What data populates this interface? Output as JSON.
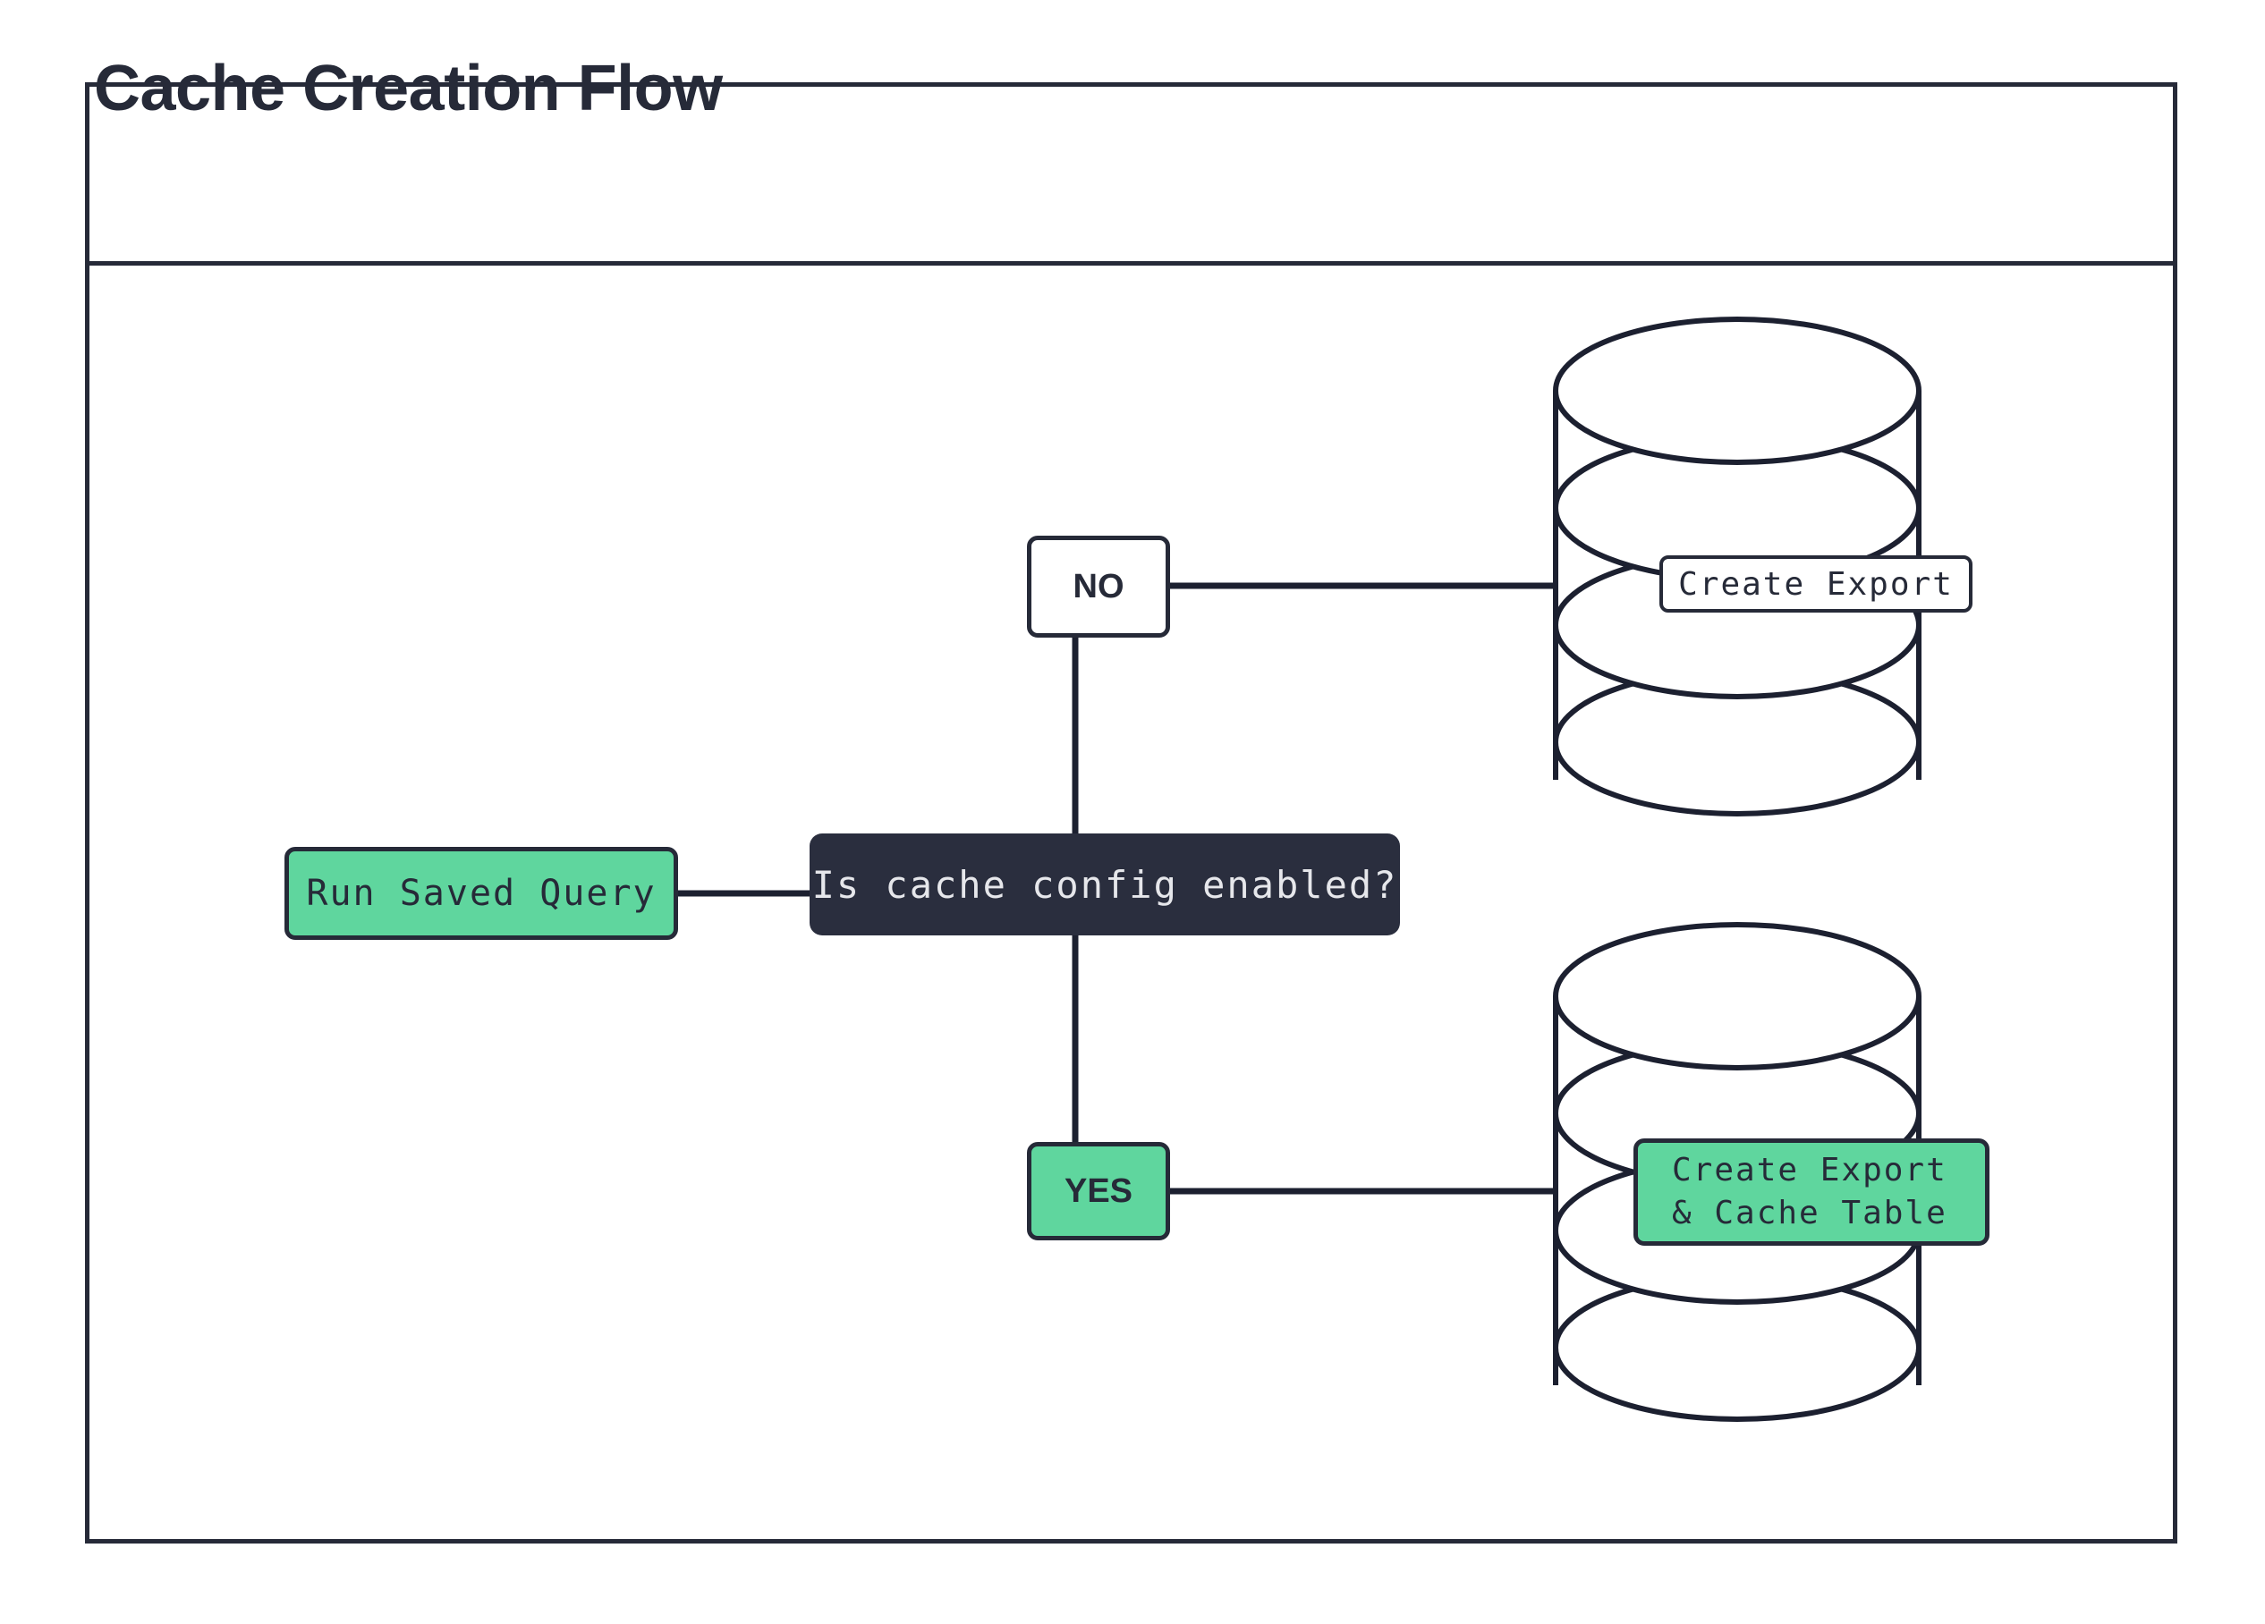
{
  "diagram": {
    "title": "Cache Creation Flow",
    "colors": {
      "ink": "#262A38",
      "panel_dark": "#2A2E3E",
      "accent_green": "#5FD69E",
      "background": "#FFFFFF",
      "dark_text": "#E6E7EB"
    },
    "nodes": {
      "run_saved_query": {
        "label": "Run Saved Query",
        "shape": "rounded-rect",
        "fill": "#5FD69E"
      },
      "decision": {
        "label": "Is cache config enabled?",
        "shape": "rounded-rect",
        "fill": "#2A2E3E"
      },
      "branch_no": {
        "label": "NO",
        "shape": "rounded-rect",
        "fill": "#FFFFFF"
      },
      "branch_yes": {
        "label": "YES",
        "shape": "rounded-rect",
        "fill": "#5FD69E"
      },
      "store_top": {
        "label": "Create Export",
        "shape": "database-cylinder",
        "fill": "#FFFFFF"
      },
      "store_bottom": {
        "label_line1": "Create Export",
        "label_line2": "& Cache Table",
        "shape": "database-cylinder",
        "fill": "#5FD69E"
      }
    },
    "edges": [
      {
        "from": "run_saved_query",
        "to": "decision",
        "label": ""
      },
      {
        "from": "decision",
        "to": "branch_no",
        "label": ""
      },
      {
        "from": "decision",
        "to": "branch_yes",
        "label": ""
      },
      {
        "from": "branch_no",
        "to": "store_top",
        "label": ""
      },
      {
        "from": "branch_yes",
        "to": "store_bottom",
        "label": ""
      }
    ]
  }
}
